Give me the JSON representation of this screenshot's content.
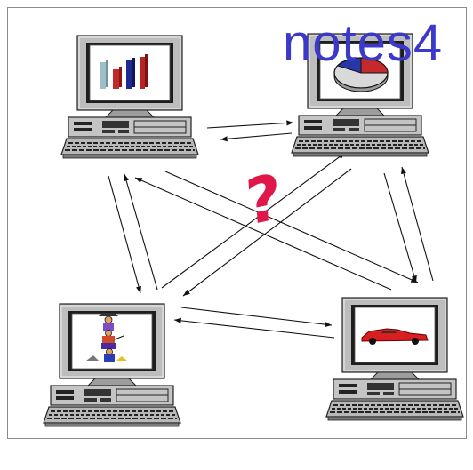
{
  "watermark": {
    "text": "notes4",
    "color": "#3d39c8"
  },
  "question_mark": {
    "text": "?",
    "color": "#e0184a"
  },
  "computers": [
    {
      "id": "top-left",
      "screen_content": "bar-chart-icon"
    },
    {
      "id": "top-right",
      "screen_content": "pie-chart-icon"
    },
    {
      "id": "bottom-left",
      "screen_content": "stacked-figures-icon"
    },
    {
      "id": "bottom-right",
      "screen_content": "red-car-icon"
    }
  ],
  "connections": [
    {
      "from": "top-left",
      "to": "top-right"
    },
    {
      "from": "top-left",
      "to": "bottom-left"
    },
    {
      "from": "top-left",
      "to": "bottom-right"
    },
    {
      "from": "top-right",
      "to": "bottom-left"
    },
    {
      "from": "top-right",
      "to": "bottom-right"
    },
    {
      "from": "bottom-left",
      "to": "bottom-right"
    }
  ]
}
